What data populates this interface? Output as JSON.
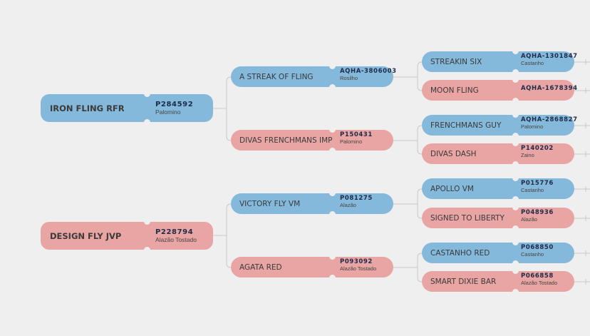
{
  "colors": {
    "male": "#85b9db",
    "female": "#e9a5a3",
    "background": "#efefef",
    "connector": "#c8c8c8"
  },
  "pedigree": {
    "gen1": [
      {
        "name": "IRON FLING RFR",
        "reg": "P284592",
        "coat": "Palomino",
        "sex": "male"
      },
      {
        "name": "DESIGN FLY JVP",
        "reg": "P228794",
        "coat": "Alazão Tostado",
        "sex": "female"
      }
    ],
    "gen2": [
      {
        "name": "A STREAK OF FLING",
        "reg": "AQHA-3806003",
        "coat": "Rosilho",
        "sex": "male"
      },
      {
        "name": "DIVAS FRENCHMANS IMP",
        "reg": "P150431",
        "coat": "Palomino",
        "sex": "female"
      },
      {
        "name": "VICTORY FLY VM",
        "reg": "P081275",
        "coat": "Alazão",
        "sex": "male"
      },
      {
        "name": "AGATA RED",
        "reg": "P093092",
        "coat": "Alazão Tostado",
        "sex": "female"
      }
    ],
    "gen3": [
      {
        "name": "STREAKIN SIX",
        "reg": "AQHA-1301847",
        "coat": "Castanho",
        "sex": "male"
      },
      {
        "name": "MOON FLING",
        "reg": "AQHA-1678394",
        "coat": "",
        "sex": "female"
      },
      {
        "name": "FRENCHMANS GUY",
        "reg": "AQHA-2868827",
        "coat": "Palomino",
        "sex": "male"
      },
      {
        "name": "DIVAS DASH",
        "reg": "P140202",
        "coat": "Zaino",
        "sex": "female"
      },
      {
        "name": "APOLLO VM",
        "reg": "P015776",
        "coat": "Castanho",
        "sex": "male"
      },
      {
        "name": "SIGNED TO LIBERTY",
        "reg": "P048936",
        "coat": "Alazão",
        "sex": "female"
      },
      {
        "name": "CASTANHO RED",
        "reg": "P068850",
        "coat": "Castanho",
        "sex": "male"
      },
      {
        "name": "SMART DIXIE BAR",
        "reg": "P066858",
        "coat": "Alazão Tostado",
        "sex": "female"
      }
    ]
  }
}
